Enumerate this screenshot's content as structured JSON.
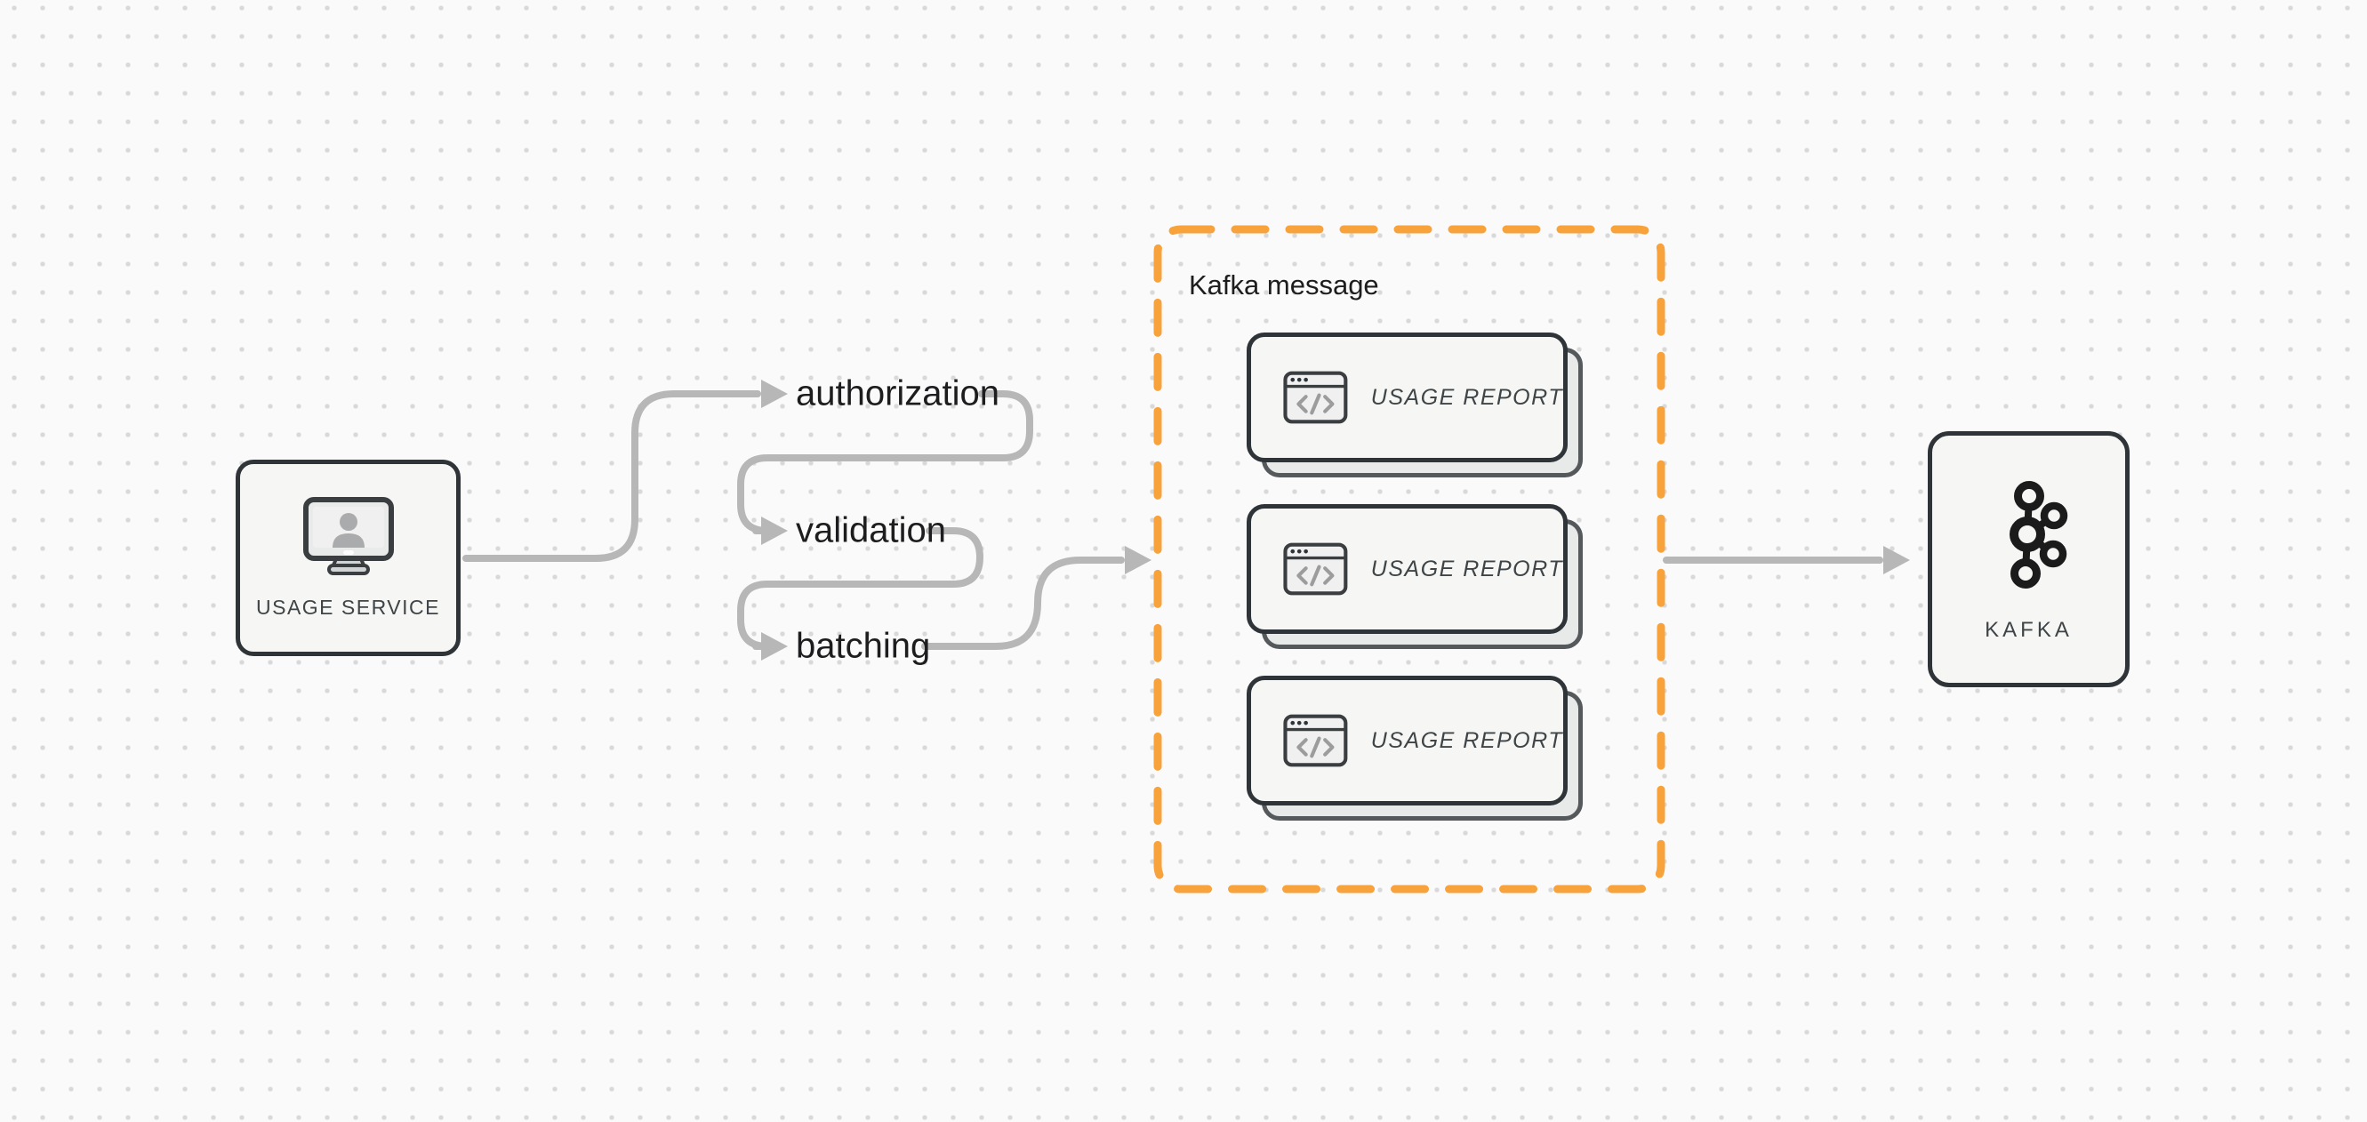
{
  "diagram": {
    "title": "",
    "type": "flow-diagram"
  },
  "colors": {
    "background": "#fafafa",
    "dot": "#d9d9d9",
    "connector": "#b7b7b7",
    "accent": "#f7a23b",
    "border_dark": "#2f3438",
    "node_fill": "#f6f7f5",
    "shadow_fill": "#e8e9e9",
    "shadow_border": "#55595c",
    "text_dark": "#1d1d1f",
    "node_label": "#3f4447",
    "icon_gray": "#9c9c9c",
    "icon_dark": "#3a3e41",
    "kafka_logo": "#1b1b1b"
  },
  "nodes": {
    "usage_service": {
      "label": "USAGE SERVICE",
      "icon": "monitor-user-icon"
    },
    "kafka": {
      "label": "KAFKA",
      "icon": "kafka-logo-icon"
    }
  },
  "steps": [
    {
      "label": "authorization"
    },
    {
      "label": "validation"
    },
    {
      "label": "batching"
    }
  ],
  "kafka_message_group": {
    "title": "Kafka message",
    "cards": [
      {
        "label": "USAGE REPORT",
        "icon": "code-window-icon"
      },
      {
        "label": "USAGE REPORT",
        "icon": "code-window-icon"
      },
      {
        "label": "USAGE REPORT",
        "icon": "code-window-icon"
      }
    ]
  }
}
